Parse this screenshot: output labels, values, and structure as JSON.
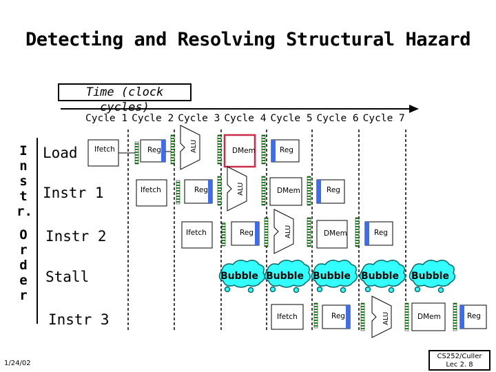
{
  "title": "Detecting and Resolving Structural Hazard",
  "time_label": "Time (clock cycles)",
  "cycles": [
    "Cycle 1",
    "Cycle 2",
    "Cycle 3",
    "Cycle 4",
    "Cycle 5",
    "Cycle 6",
    "Cycle 7"
  ],
  "order_label": {
    "letters_top": [
      "I",
      "n",
      "s",
      "t",
      "r."
    ],
    "letters_bottom": [
      "O",
      "r",
      "d",
      "e",
      "r"
    ]
  },
  "instructions": [
    "Load",
    "Instr 1",
    "Instr 2",
    "Stall",
    "Instr 3"
  ],
  "stages": {
    "ifetch": "Ifetch",
    "reg": "Reg",
    "alu": "ALU",
    "dmem": "DMem"
  },
  "bubble_label": "Bubble",
  "footer": {
    "date": "1/24/02",
    "course_line1": "CS252/Culler",
    "course_line2": "Lec 2. 8"
  },
  "colors": {
    "reg_highlight": "#3a6cf4",
    "memory_conflict": "#cc2a4a",
    "bubble_fill": "#33ffff",
    "bubble_stroke": "#006666"
  }
}
